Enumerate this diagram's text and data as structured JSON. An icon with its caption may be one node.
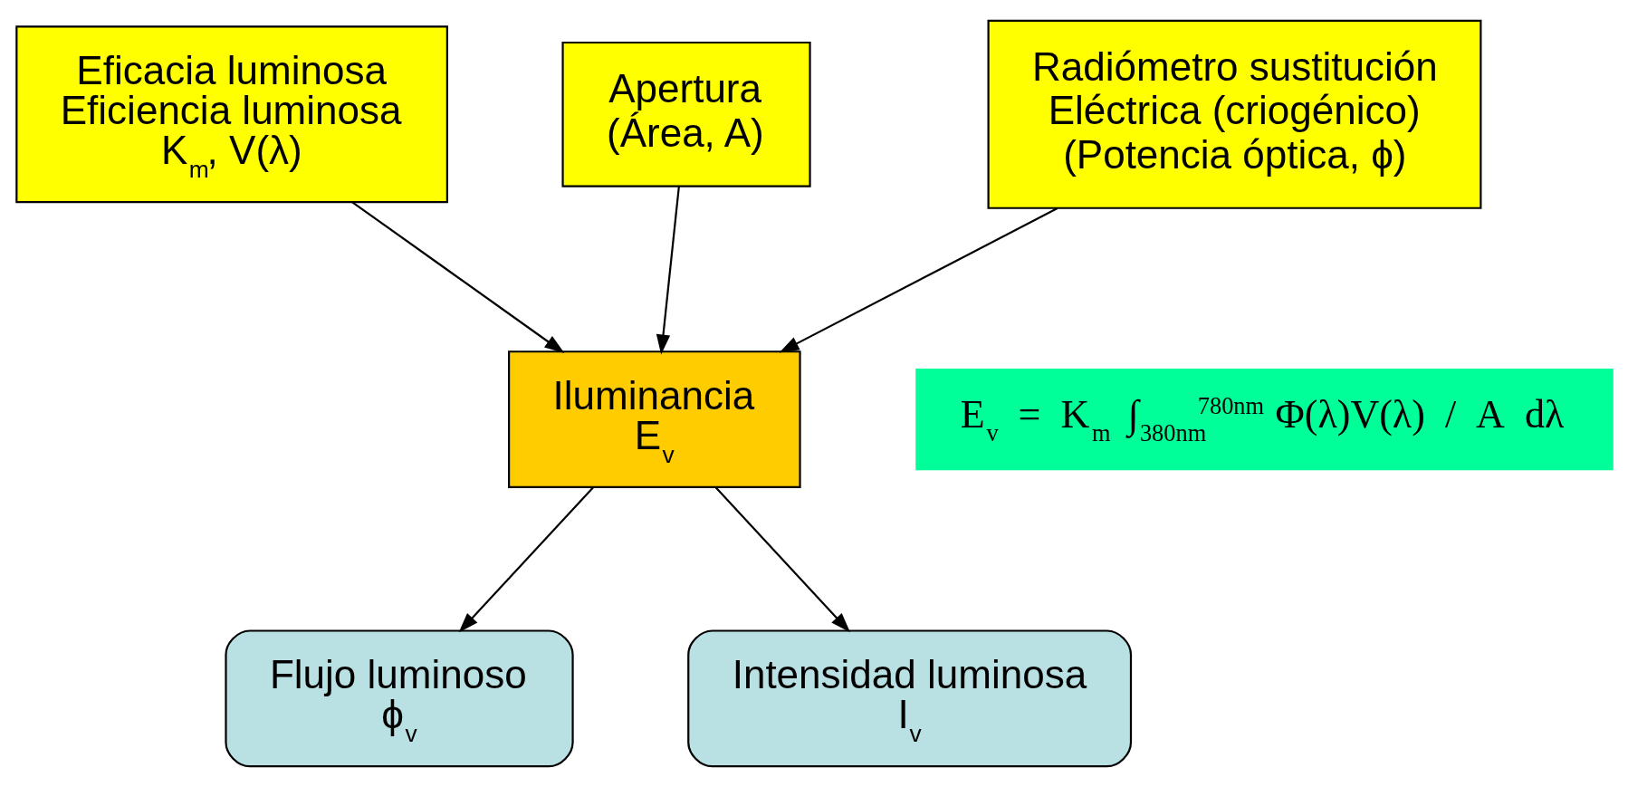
{
  "diagram": {
    "nodes": [
      {
        "text": [
          "Eficacia luminosa",
          "Eficiencia luminosa",
          "K$_{m}$, V(λ)"
        ]
      },
      {
        "text": [
          "Apertura",
          "(Área, A)"
        ]
      },
      {
        "text": [
          "Radiómetro sustitución Eléctrica (criogénico)",
          "(Potencia óptica, ϕ)"
        ]
      },
      {
        "text": [
          "Iluminancia",
          "E$_{v}$"
        ]
      },
      {
        "text": [
          "Flujo luminoso",
          "ϕ$_{v}$"
        ]
      },
      {
        "text": [
          "Intensidad luminosa",
          "I$_{v}$"
        ]
      },
      {
        "text": [
          "E$_{v}$ = K$_{m}$ ∫$_{380nm}$$^{780nm}$ Φ(λ)V(λ) / A dλ"
        ]
      }
    ],
    "edges": [
      {
        "from": 0,
        "to": 3,
        "arrow": "to"
      },
      {
        "from": 1,
        "to": 3,
        "arrow": "to"
      },
      {
        "from": 2,
        "to": 3,
        "arrow": "to"
      },
      {
        "from": 3,
        "to": 4,
        "arrow": "to"
      },
      {
        "from": 3,
        "to": 5,
        "arrow": "to"
      }
    ]
  }
}
